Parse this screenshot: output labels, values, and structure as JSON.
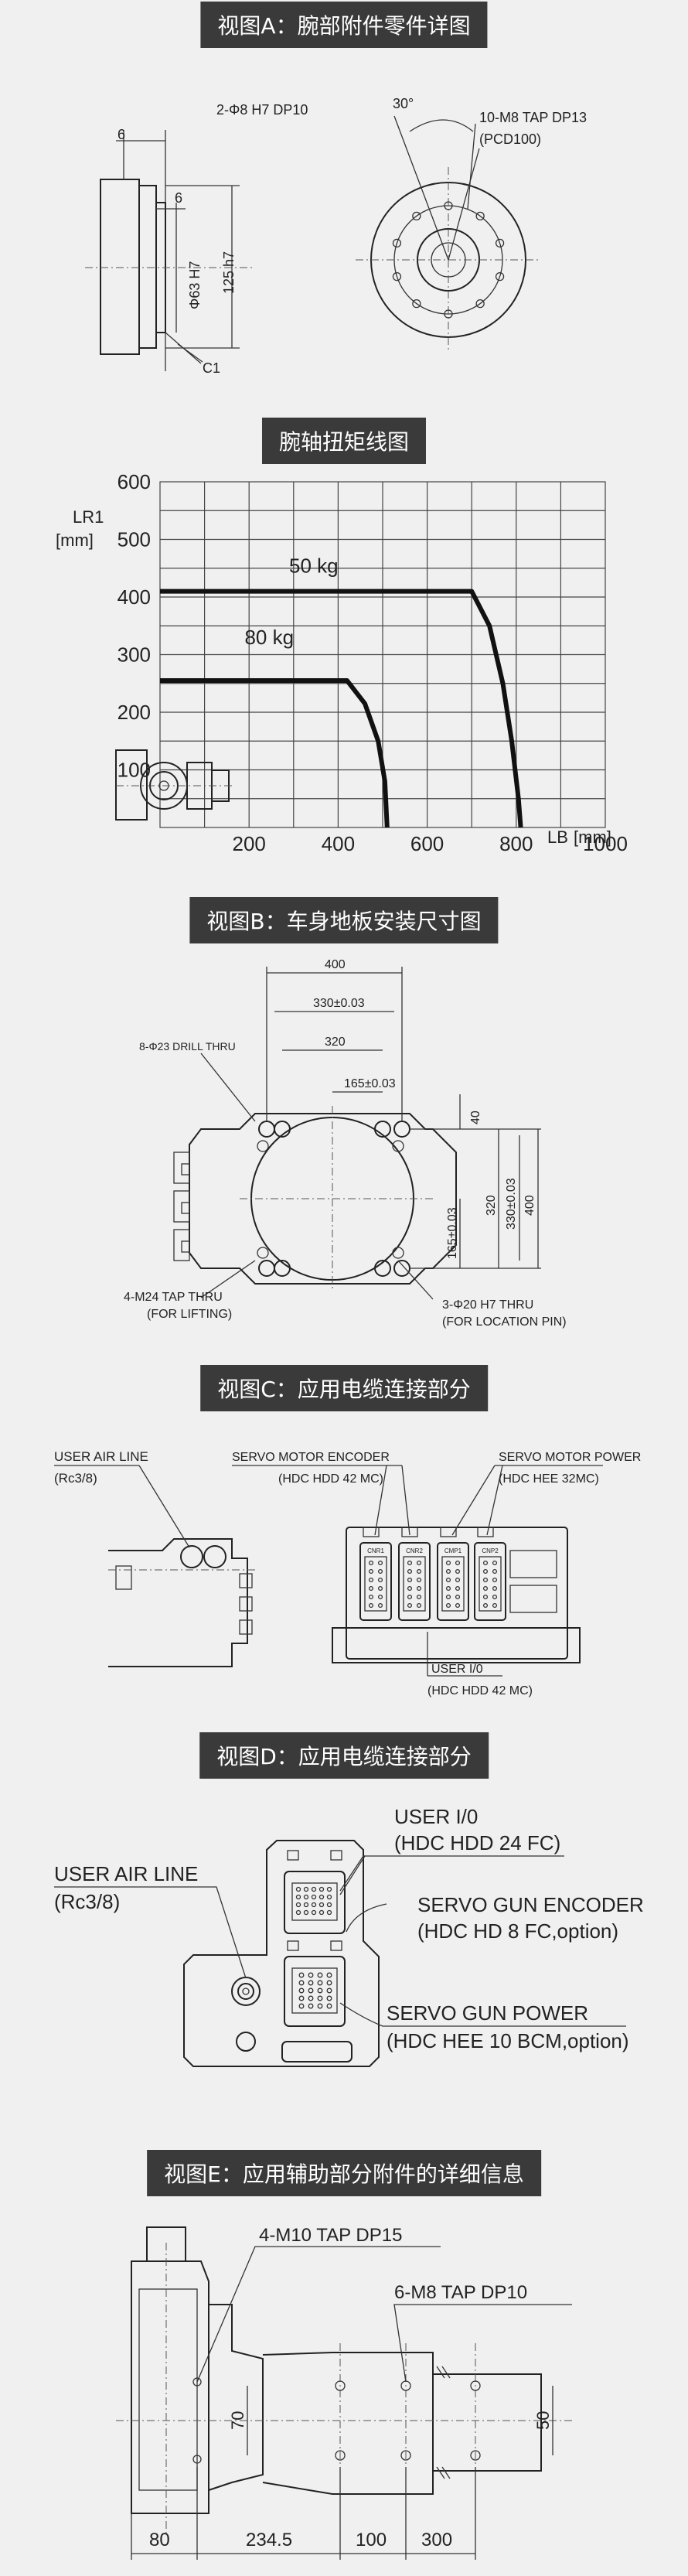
{
  "titles": {
    "view_a": "视图A：腕部附件零件详图",
    "torque_chart": "腕轴扭矩线图",
    "view_b": "视图B：车身地板安装尺寸图",
    "view_c": "视图C：应用电缆连接部分",
    "view_d": "视图D：应用电缆连接部分",
    "view_e": "视图E：应用辅助部分附件的详细信息"
  },
  "view_a": {
    "dim_6_top": "6",
    "dim_6_mid": "6",
    "dim_phi63": "Φ63 H7",
    "dim_125": "125 h7",
    "chamfer": "C1",
    "dowel": "2-Φ8 H7 DP10",
    "tap": "10-M8 TAP DP13",
    "pcd": "(PCD100)",
    "angle": "30°"
  },
  "chart_data": {
    "type": "line",
    "title": "腕轴扭矩线图",
    "xlabel": "LB [mm]",
    "ylabel": "LR1 [mm]",
    "xlabel_main": "LB",
    "xlabel_unit": "[mm]",
    "ylabel_main": "LR1",
    "ylabel_unit": "[mm]",
    "xlim": [
      0,
      1000
    ],
    "ylim": [
      0,
      600
    ],
    "x_ticks": [
      "200",
      "400",
      "600",
      "800",
      "1000"
    ],
    "y_ticks": [
      "100",
      "200",
      "300",
      "400",
      "500",
      "600"
    ],
    "grid": true,
    "series": [
      {
        "name": "50 kg",
        "points": [
          [
            0,
            410
          ],
          [
            700,
            410
          ],
          [
            740,
            350
          ],
          [
            770,
            250
          ],
          [
            790,
            150
          ],
          [
            805,
            50
          ],
          [
            810,
            0
          ]
        ]
      },
      {
        "name": "80 kg",
        "points": [
          [
            0,
            255
          ],
          [
            420,
            255
          ],
          [
            460,
            215
          ],
          [
            490,
            150
          ],
          [
            505,
            80
          ],
          [
            510,
            0
          ]
        ]
      }
    ]
  },
  "view_b": {
    "dim_400": "400",
    "dim_330": "330±0.03",
    "dim_320": "320",
    "dim_165": "165±0.03",
    "dim_40": "40",
    "dim_320v": "320",
    "dim_330v": "330±0.03",
    "dim_400v": "400",
    "dim_165v": "165±0.03",
    "drill": "8-Φ23 DRILL THRU",
    "lift_tap": "4-M24 TAP THRU",
    "lift_note": "(FOR LIFTING)",
    "pin": "3-Φ20 H7 THRU",
    "pin_note": "(FOR LOCATION PIN)"
  },
  "view_c": {
    "air_line": "USER AIR LINE",
    "air_spec": "(Rc3/8)",
    "encoder": "SERVO MOTOR ENCODER",
    "encoder_spec": "(HDC HDD 42 MC)",
    "power": "SERVO MOTOR POWER",
    "power_spec": "(HDC HEE 32MC)",
    "user_io": "USER I/0",
    "user_io_spec": "(HDC HDD 42 MC)",
    "conn_labels": [
      "CNR1",
      "CNR2",
      "CMP1",
      "CNP2"
    ]
  },
  "view_d": {
    "user_io": "USER I/0",
    "user_io_spec": "(HDC HDD 24 FC)",
    "gun_encoder": "SERVO GUN ENCODER",
    "gun_encoder_spec": "(HDC HD 8 FC,option)",
    "air_line": "USER AIR LINE",
    "air_spec": "(Rc3/8)",
    "gun_power": "SERVO GUN POWER",
    "gun_power_spec": "(HDC HEE 10 BCM,option)"
  },
  "view_e": {
    "tap_m10": "4-M10 TAP DP15",
    "tap_m8": "6-M8 TAP DP10",
    "dim_70": "70",
    "dim_50": "50",
    "dim_80": "80",
    "dim_234": "234.5",
    "dim_100": "100",
    "dim_300": "300"
  }
}
